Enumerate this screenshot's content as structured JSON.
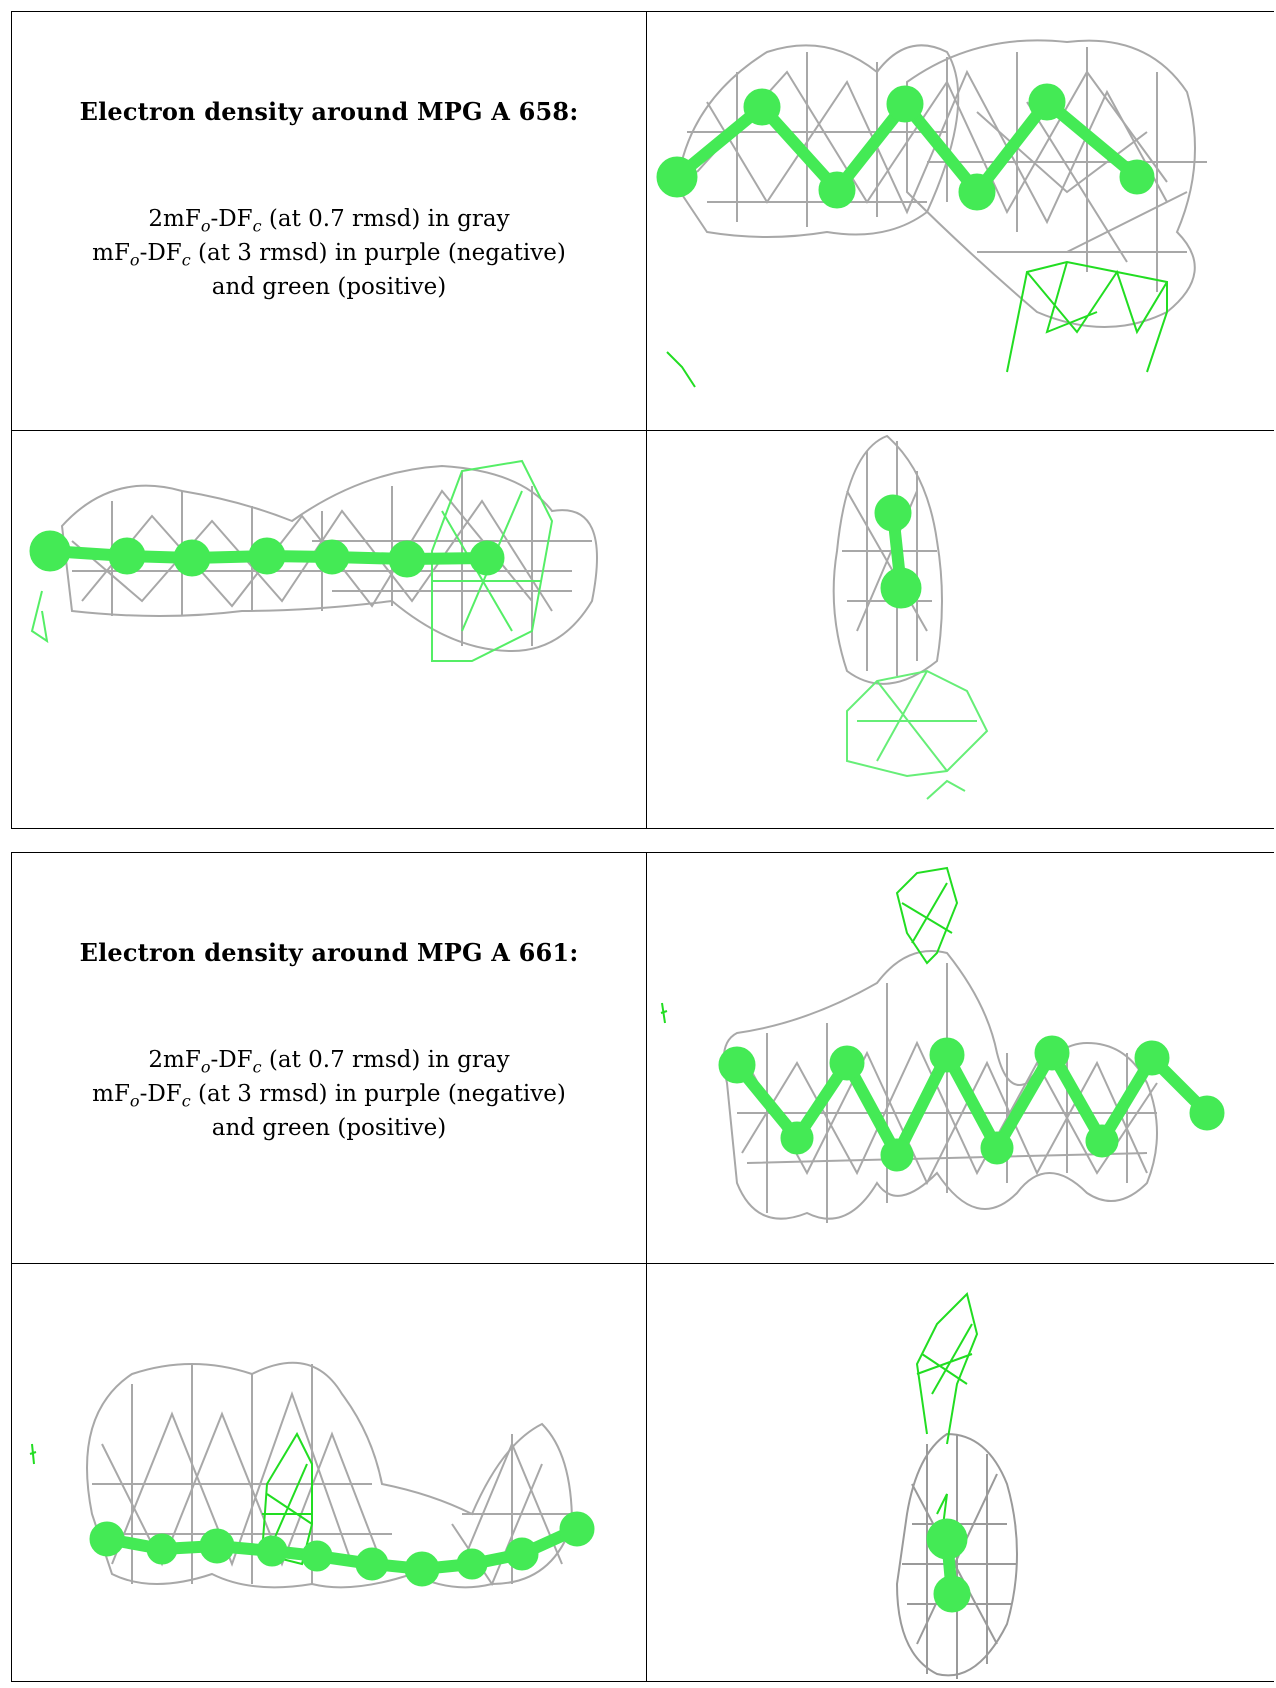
{
  "panels": [
    {
      "heading": "Electron density around MPG A 658:",
      "line1": {
        "a": "2mF",
        "a_sub": "o",
        "b": "-DF",
        "b_sub": "c",
        "rest": " (at 0.7 rmsd) in gray"
      },
      "line2": {
        "a": "mF",
        "a_sub": "o",
        "b": "-DF",
        "b_sub": "c",
        "rest": " (at 3 rmsd) in purple (negative)"
      },
      "line3": "and green (positive)"
    },
    {
      "heading": "Electron density around MPG A 661:",
      "line1": {
        "a": "2mF",
        "a_sub": "o",
        "b": "-DF",
        "b_sub": "c",
        "rest": " (at 0.7 rmsd) in gray"
      },
      "line2": {
        "a": "mF",
        "a_sub": "o",
        "b": "-DF",
        "b_sub": "c",
        "rest": " (at 3 rmsd) in purple (negative)"
      },
      "line3": "and green (positive)"
    }
  ],
  "colors": {
    "mesh_gray": "#9a9a9a",
    "model_green": "#33e84a",
    "diff_green": "#22dd22"
  }
}
